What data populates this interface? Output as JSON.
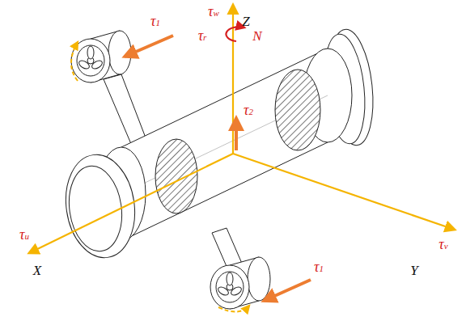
{
  "diagram": {
    "labels": [
      "τw",
      "Z",
      "τr",
      "N",
      "τ1",
      "τ1",
      "τ2",
      "τu",
      "X",
      "Y",
      "τv"
    ]
  }
}
